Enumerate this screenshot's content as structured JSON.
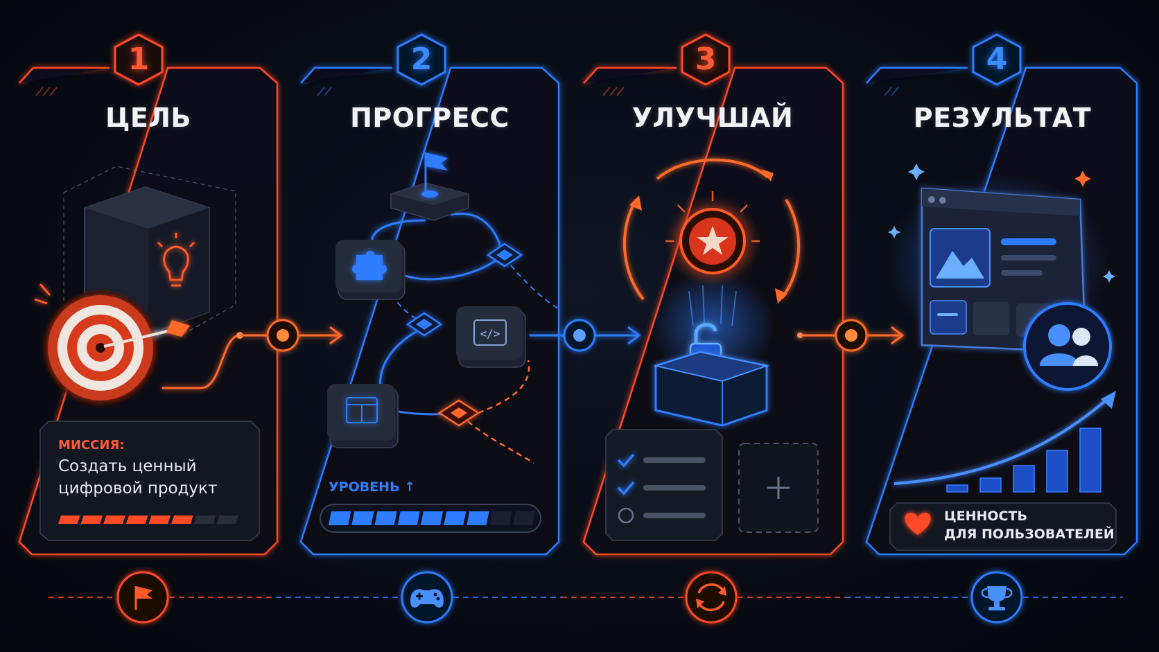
{
  "steps": [
    {
      "number": "1",
      "title": "ЦЕЛЬ",
      "accent": "#ff4a26"
    },
    {
      "number": "2",
      "title": "ПРОГРЕСС",
      "accent": "#2f7dff"
    },
    {
      "number": "3",
      "title": "УЛУЧШАЙ",
      "accent": "#ff4a26"
    },
    {
      "number": "4",
      "title": "РЕЗУЛЬТАТ",
      "accent": "#2f7dff"
    }
  ],
  "mission": {
    "label": "МИССИЯ:",
    "line1": "Создать ценный",
    "line2": "цифровой продукт",
    "progress": 0.75
  },
  "level": {
    "label": "УРОВЕНЬ ↑",
    "progress": 0.75
  },
  "result": {
    "line1": "ЦЕННОСТЬ",
    "line2": "ДЛЯ ПОЛЬЗОВАТЕЛЕЙ"
  },
  "bottom_icons": [
    "flag-icon",
    "gamepad-icon",
    "refresh-icon",
    "trophy-icon"
  ],
  "colors": {
    "orange": "#ff4a26",
    "blue": "#2f7dff",
    "background": "#070a12"
  }
}
